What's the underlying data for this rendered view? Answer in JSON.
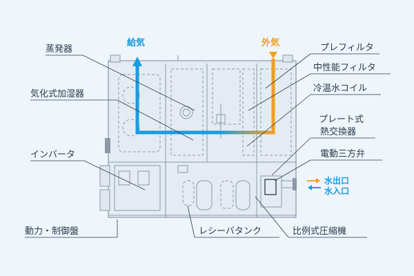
{
  "labels": {
    "evaporator": "蒸発器",
    "humidifier": "気化式加湿器",
    "inverter": "インバータ",
    "control_panel": "動力・制御盤",
    "pre_filter": "プレフィルタ",
    "medium_filter": "中性能フィルタ",
    "coil": "冷温水コイル",
    "plate_hx_line1": "プレート式",
    "plate_hx_line2": "熱交換器",
    "three_way_valve": "電動三方弁",
    "reserve_tank": "レシーバタンク",
    "compressor": "比例式圧縮機"
  },
  "flows": {
    "supply_air": "給気",
    "outside_air": "外気",
    "water_outlet": "水出口",
    "water_inlet": "水入口"
  },
  "colors": {
    "supply": "#1a9be0",
    "outside": "#f0a020",
    "text": "#2b3a4a",
    "equipment": "#8a98a8",
    "background": "#eef5fb"
  }
}
